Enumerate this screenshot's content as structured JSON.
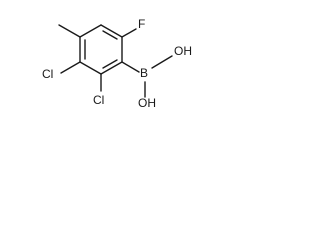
{
  "molecule": {
    "atoms": {
      "fluorine": "F",
      "boron": "B",
      "hydroxyl_top": "OH",
      "hydroxyl_bottom": "OH",
      "chlorine_left": "Cl",
      "chlorine_bottom": "Cl"
    }
  }
}
